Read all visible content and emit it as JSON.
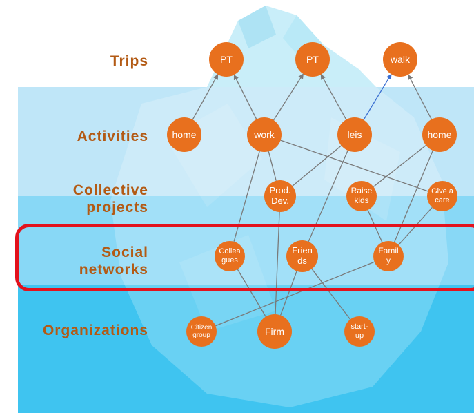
{
  "layers": {
    "trips": "Trips",
    "activities": "Activities",
    "projects": "Collective\nprojects",
    "social": "Social\nnetworks",
    "organizations": "Organizations"
  },
  "nodes": {
    "pt1": "PT",
    "pt2": "PT",
    "walk": "walk",
    "home1": "home",
    "work": "work",
    "leis": "leis",
    "home2": "home",
    "prod": "Prod.\nDev.",
    "raise": "Raise\nkids",
    "give": "Give a\ncare",
    "colleagues": "Collea\ngues",
    "friends": "Frien\nds",
    "family": "Famil\ny",
    "citizen": "Citizen\ngroup",
    "firm": "Firm",
    "startup": "start-\nup"
  },
  "colors": {
    "node_fill": "#e8701e",
    "label": "#b35a14",
    "highlight": "#e3121d",
    "edge": "#7a7a7a",
    "edge_accent": "#3b6fd1"
  },
  "edges": [
    [
      "home1",
      "pt1"
    ],
    [
      "work",
      "pt1"
    ],
    [
      "work",
      "pt2"
    ],
    [
      "leis",
      "pt2"
    ],
    [
      "leis",
      "walk"
    ],
    [
      "home2",
      "walk"
    ],
    [
      "work",
      "prod"
    ],
    [
      "leis",
      "prod"
    ],
    [
      "home2",
      "raise"
    ],
    [
      "work",
      "give"
    ],
    [
      "home2",
      "family"
    ],
    [
      "work",
      "colleagues"
    ],
    [
      "leis",
      "friends"
    ],
    [
      "raise",
      "family"
    ],
    [
      "give",
      "family"
    ],
    [
      "prod",
      "firm"
    ],
    [
      "colleagues",
      "firm"
    ],
    [
      "friends",
      "firm"
    ],
    [
      "friends",
      "startup"
    ],
    [
      "family",
      "citizen"
    ]
  ]
}
